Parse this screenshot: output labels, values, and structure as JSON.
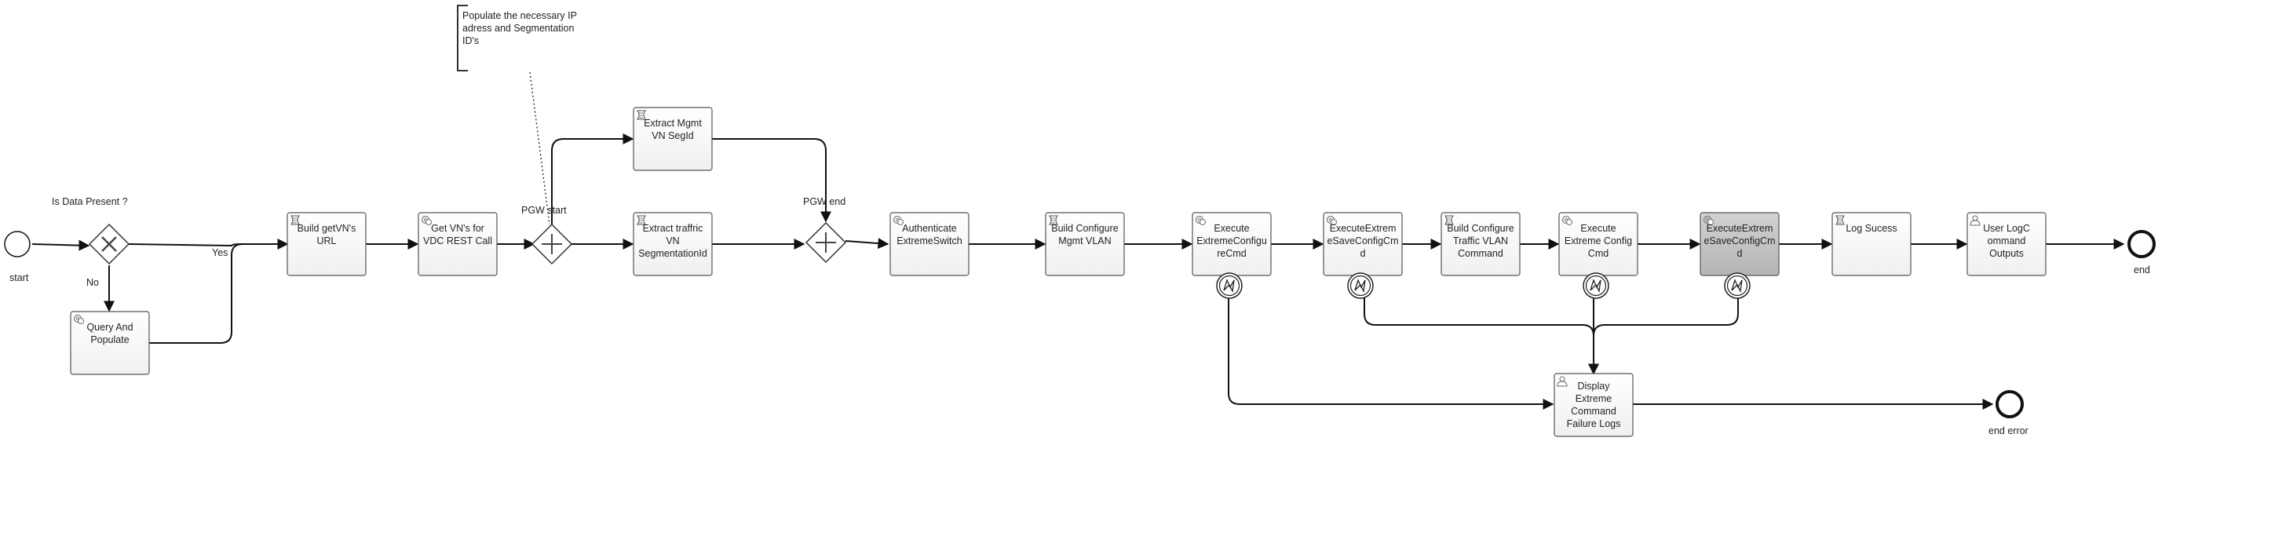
{
  "diagram": {
    "events": [
      {
        "id": "start",
        "label": "start",
        "kind": "start"
      },
      {
        "id": "end",
        "label": "end",
        "kind": "end"
      },
      {
        "id": "end_error",
        "label": "end error",
        "kind": "end"
      }
    ],
    "gateways": [
      {
        "id": "gw_data",
        "label": "Is Data Present ?",
        "kind": "exclusive"
      },
      {
        "id": "pgw_start",
        "label": "PGW start",
        "kind": "parallel"
      },
      {
        "id": "pgw_end",
        "label": "PGW end",
        "kind": "parallel"
      }
    ],
    "tasks": [
      {
        "id": "query_populate",
        "lines": [
          "Query And",
          "Populate"
        ],
        "type": "service",
        "highlight": false
      },
      {
        "id": "build_getvn",
        "lines": [
          "Build getVN's",
          "URL"
        ],
        "type": "script",
        "highlight": false
      },
      {
        "id": "get_vns",
        "lines": [
          "Get VN's for",
          "VDC REST Call"
        ],
        "type": "service",
        "highlight": false
      },
      {
        "id": "extract_mgmt",
        "lines": [
          "Extract Mgmt",
          "VN SegId"
        ],
        "type": "script",
        "highlight": false
      },
      {
        "id": "extract_traffic",
        "lines": [
          "Extract traffric",
          "VN",
          "SegmentationId"
        ],
        "type": "script",
        "highlight": false
      },
      {
        "id": "authenticate",
        "lines": [
          "Authenticate",
          "ExtremeSwitch"
        ],
        "type": "service",
        "highlight": false
      },
      {
        "id": "build_mgmt_vlan",
        "lines": [
          "Build Configure",
          "Mgmt VLAN"
        ],
        "type": "script",
        "highlight": false
      },
      {
        "id": "execute_config",
        "lines": [
          "Execute",
          "ExtremeConfigu",
          "reCmd"
        ],
        "type": "service",
        "highlight": false
      },
      {
        "id": "execute_save1",
        "lines": [
          "ExecuteExtrem",
          "eSaveConfigCm",
          "d"
        ],
        "type": "service",
        "highlight": false
      },
      {
        "id": "build_traffic_vlan",
        "lines": [
          "Build Configure",
          "Traffic VLAN",
          "Command"
        ],
        "type": "script",
        "highlight": false
      },
      {
        "id": "execute_config2",
        "lines": [
          "Execute",
          "Extreme Config",
          "Cmd"
        ],
        "type": "service",
        "highlight": false
      },
      {
        "id": "execute_save2",
        "lines": [
          "ExecuteExtrem",
          "eSaveConfigCm",
          "d"
        ],
        "type": "service",
        "highlight": true
      },
      {
        "id": "log_success",
        "lines": [
          "Log Sucess"
        ],
        "type": "script",
        "highlight": false
      },
      {
        "id": "user_log",
        "lines": [
          "User LogC",
          "ommand",
          "Outputs"
        ],
        "type": "user",
        "highlight": false
      },
      {
        "id": "display_failure",
        "lines": [
          "Display",
          "Extreme",
          "Command",
          "Failure Logs"
        ],
        "type": "user",
        "highlight": false
      }
    ],
    "flow_labels": {
      "yes": "Yes",
      "no": "No"
    },
    "annotation": {
      "lines": [
        "Populate the necessary IP",
        "adress and Segmentation",
        "ID's"
      ]
    }
  }
}
